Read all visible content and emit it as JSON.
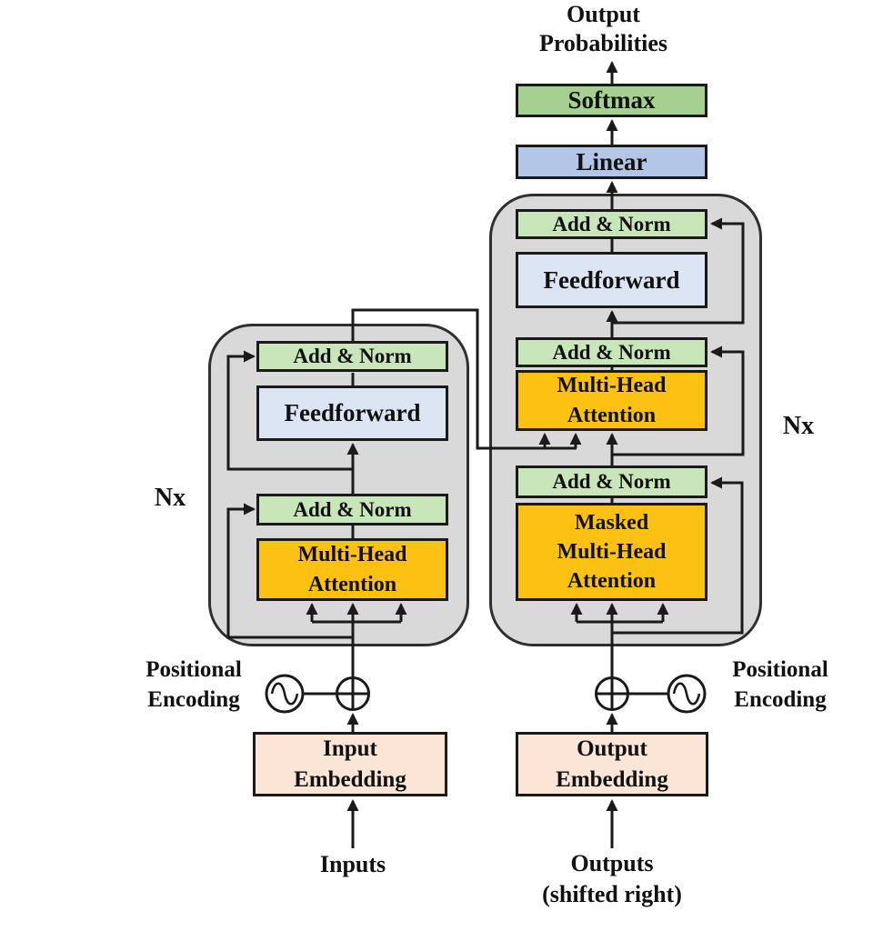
{
  "colors": {
    "background": "#ffffff",
    "line": "#1a1a1a",
    "text": "#111111",
    "block_fill": "#d9d9d9",
    "block_border": "#2f2f2f",
    "add_norm_fill": "#c9e5ba",
    "softmax_fill": "#a6d08f",
    "linear_fill": "#b3c6e7",
    "feedforward_fill": "#dbe5f4",
    "attention_fill": "#fcc113",
    "embedding_fill": "#fbe5d6"
  },
  "icons": {
    "positional_encoding_symbol": "sine-wave-circle-icon",
    "sum_symbol": "circled-plus-icon",
    "arrowhead": "solid-triangle-arrow"
  },
  "labels": {
    "output_probabilities_line1": "Output",
    "output_probabilities_line2": "Probabilities",
    "softmax": "Softmax",
    "linear": "Linear",
    "add_norm": "Add & Norm",
    "feedforward": "Feedforward",
    "multi_head_line1": "Multi-Head",
    "multi_head_line2": "Attention",
    "masked_line1": "Masked",
    "masked_line2": "Multi-Head",
    "masked_line3": "Attention",
    "nx_left": "Nx",
    "nx_right": "Nx",
    "positional_line1": "Positional",
    "positional_line2": "Encoding",
    "input_embedding_line1": "Input",
    "input_embedding_line2": "Embedding",
    "output_embedding_line1": "Output",
    "output_embedding_line2": "Embedding",
    "inputs": "Inputs",
    "outputs_line1": "Outputs",
    "outputs_line2": "(shifted right)"
  }
}
